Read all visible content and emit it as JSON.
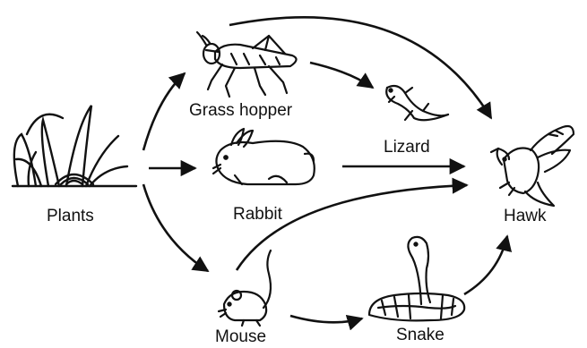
{
  "colors": {
    "ink": "#111111",
    "background": "#ffffff"
  },
  "organisms": {
    "plants": {
      "label": "Plants",
      "icon": "plant-icon"
    },
    "grasshopper": {
      "label": "Grass hopper",
      "icon": "grasshopper-icon"
    },
    "rabbit": {
      "label": "Rabbit",
      "icon": "rabbit-icon"
    },
    "lizard": {
      "label": "Lizard",
      "icon": "lizard-icon"
    },
    "hawk": {
      "label": "Hawk",
      "icon": "hawk-icon"
    },
    "mouse": {
      "label": "Mouse",
      "icon": "mouse-icon"
    },
    "snake": {
      "label": "Snake",
      "icon": "snake-icon"
    }
  },
  "arrows": [
    {
      "from": "Plants",
      "to": "Grass hopper"
    },
    {
      "from": "Plants",
      "to": "Rabbit"
    },
    {
      "from": "Plants",
      "to": "Mouse"
    },
    {
      "from": "Grass hopper",
      "to": "Lizard"
    },
    {
      "from": "Grass hopper",
      "to": "Hawk"
    },
    {
      "from": "Rabbit",
      "to": "Hawk"
    },
    {
      "from": "Mouse",
      "to": "Hawk"
    },
    {
      "from": "Mouse",
      "to": "Snake"
    },
    {
      "from": "Snake",
      "to": "Hawk"
    }
  ]
}
